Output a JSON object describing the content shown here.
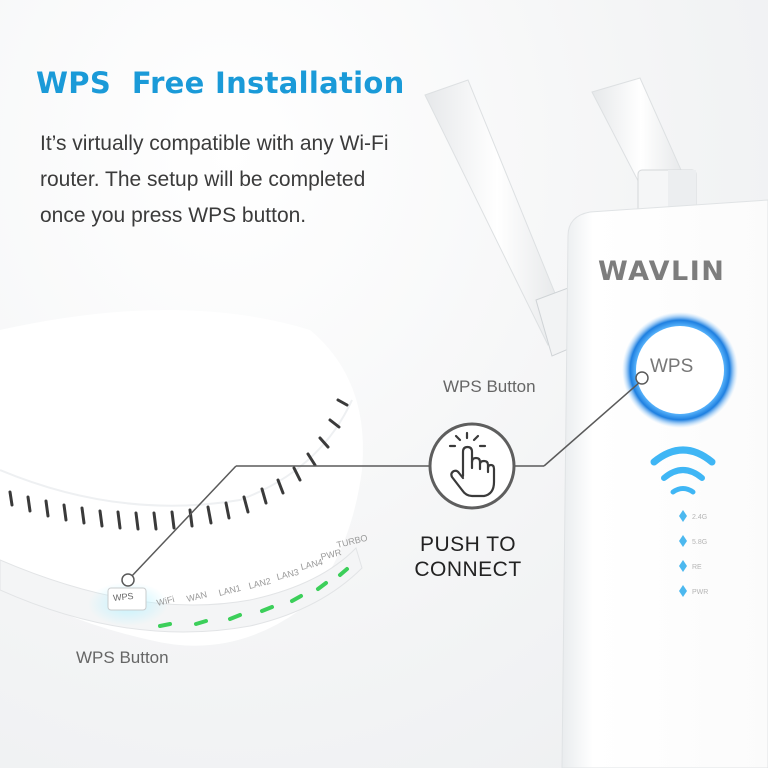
{
  "headline": "WPS  Free Installation",
  "description": "It’s virtually compatible with any Wi-Fi router. The setup will be completed once you press WPS button.",
  "extender": {
    "brand": "WAVLIN",
    "wps_label": "WPS",
    "led_labels": [
      "2.4G",
      "5.8G",
      "RE",
      "PWR"
    ]
  },
  "router": {
    "wps_label": "WPS",
    "port_labels": [
      "WiFi",
      "WAN",
      "LAN1",
      "LAN2",
      "LAN3",
      "LAN4",
      "PWR",
      "TURBO"
    ]
  },
  "callouts": {
    "extender_wps": "WPS Button",
    "router_wps": "WPS Button",
    "push_to_connect": "PUSH TO CONNECT"
  },
  "colors": {
    "accent": "#1a9ad8",
    "led_green": "#3ccf5a",
    "wps_glow": "#1e8fe6"
  },
  "icons": [
    "hand-press-icon",
    "wifi-signal-icon"
  ]
}
